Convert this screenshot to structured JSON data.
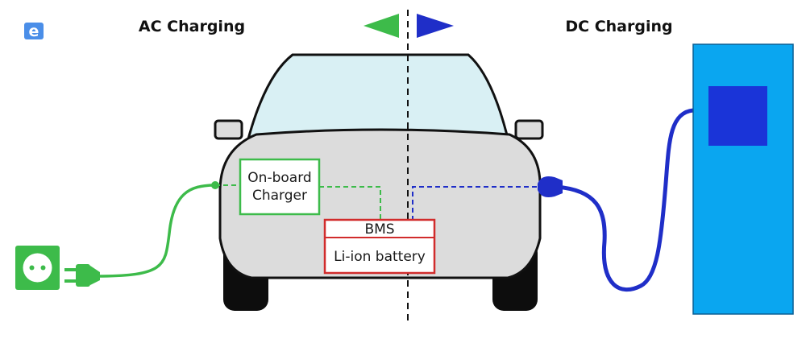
{
  "logo": {
    "text": "e"
  },
  "headings": {
    "ac": "AC Charging",
    "dc": "DC Charging"
  },
  "components": {
    "onboard_charger": {
      "line1": "On-board",
      "line2": "Charger"
    },
    "bms": "BMS",
    "battery": "Li-ion battery"
  },
  "colors": {
    "ac": "#3dbb4a",
    "dc": "#1f2ec8",
    "station": "#0aa6f0",
    "station_screen": "#1a34d8",
    "socket": "#3dbb4a",
    "battery_border": "#d12c2c",
    "car_body": "#dcdcdc",
    "windshield": "#d9f0f4",
    "tire": "#0d0d0d"
  },
  "icons": {
    "logo": "e-logo-icon",
    "ac_arrow": "triangle-left-icon",
    "dc_arrow": "triangle-right-icon",
    "socket": "power-socket-icon",
    "plug": "ac-plug-icon",
    "dc_connector": "dc-connector-icon"
  }
}
